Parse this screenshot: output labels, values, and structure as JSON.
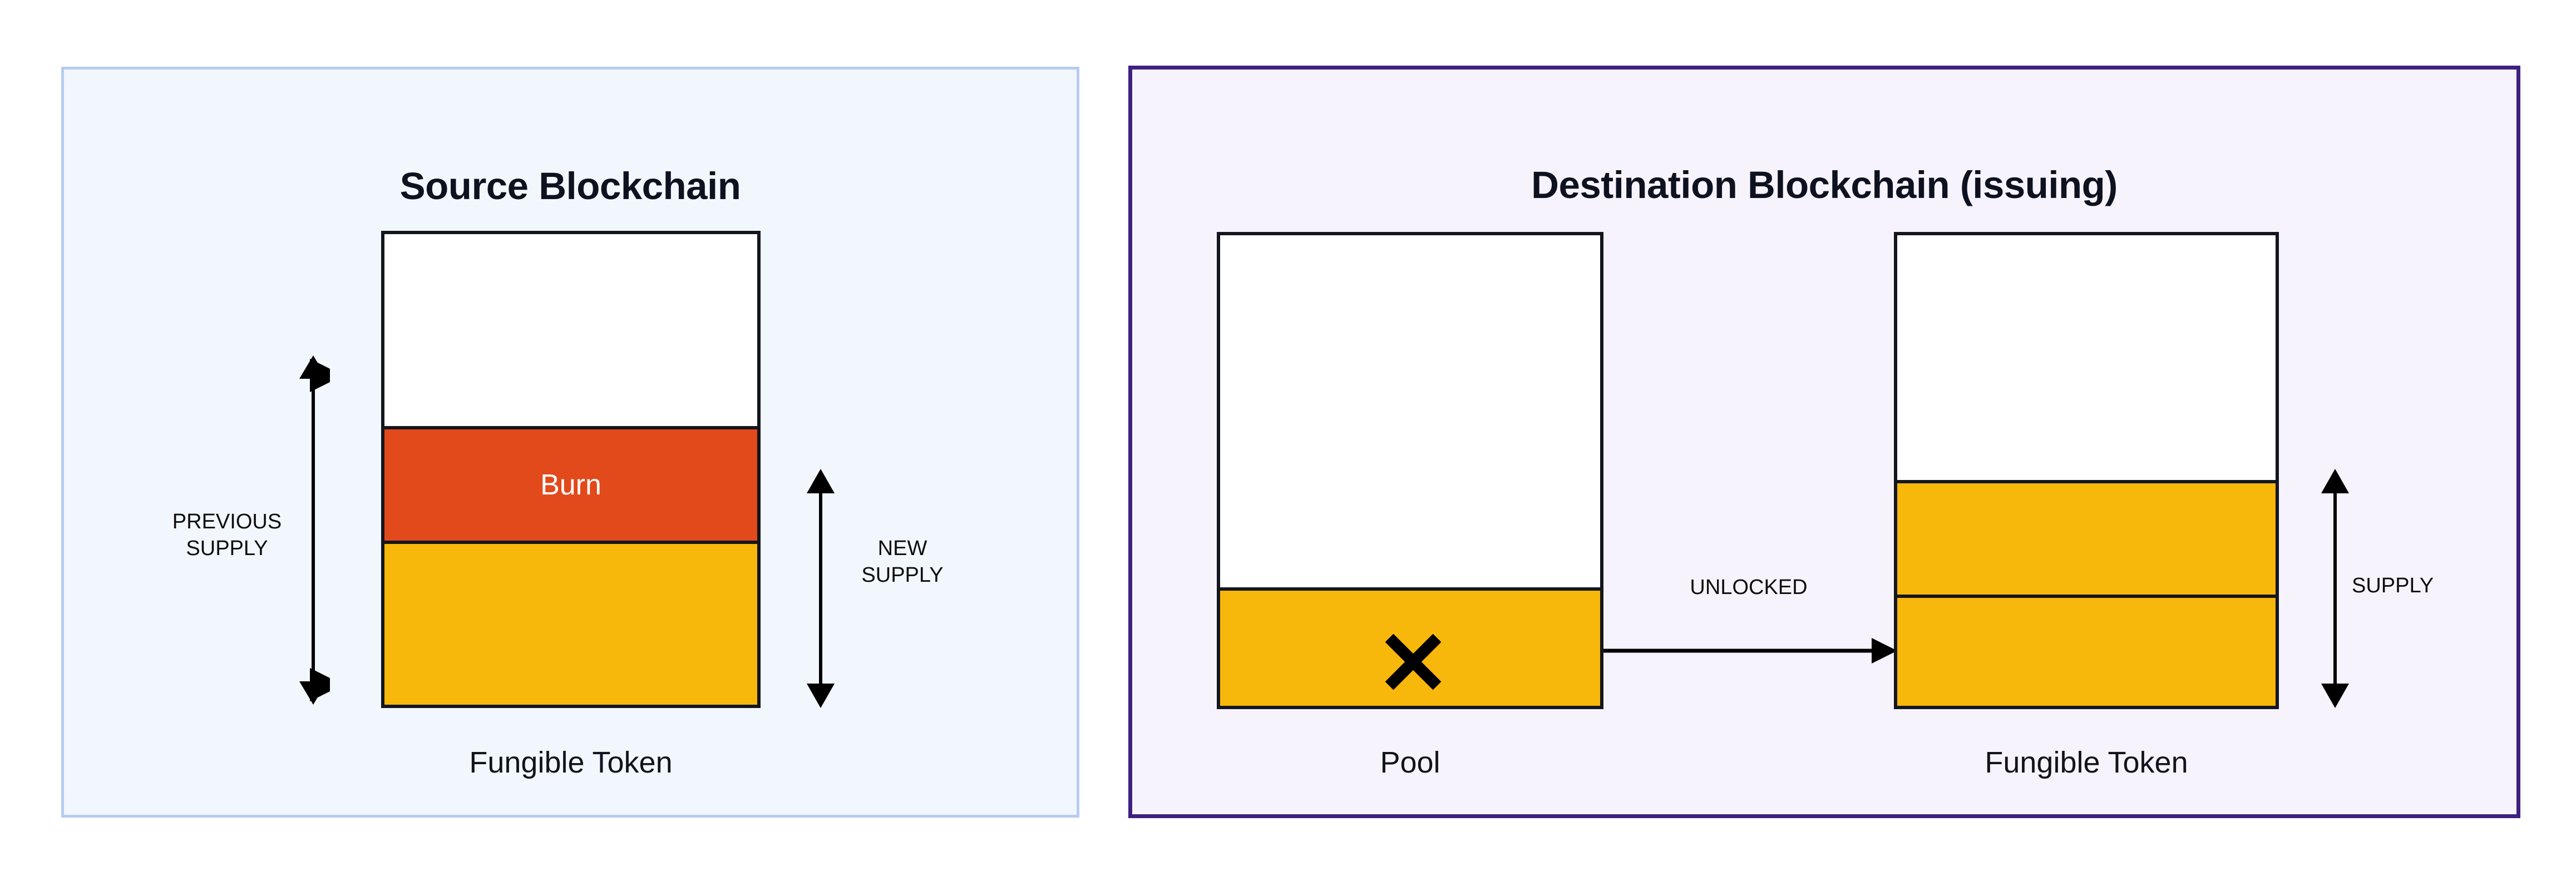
{
  "diagram": {
    "title_left": "Source Blockchain",
    "title_right": "Destination Blockchain (issuing)"
  },
  "source_panel": {
    "title": "Source Blockchain",
    "border_color": "#b7cbf2",
    "background_color": "#f2f7fd",
    "token_bar": {
      "caption": "Fungible Token",
      "segments": [
        {
          "name": "empty-headroom",
          "label": "",
          "color": "#ffffff"
        },
        {
          "name": "burn",
          "label": "Burn",
          "color": "#e2491b"
        },
        {
          "name": "remaining-supply",
          "label": "",
          "color": "#f8b70b"
        }
      ]
    },
    "measures": [
      {
        "name": "previous-supply",
        "label": "PREVIOUS\nSUPPLY"
      },
      {
        "name": "new-supply",
        "label": "NEW\nSUPPLY"
      }
    ]
  },
  "destination_panel": {
    "title": "Destination Blockchain (issuing)",
    "border_color": "#3e2080",
    "background_color": "#f7f3fd",
    "pool_bar": {
      "caption": "Pool",
      "icon": "x-mark-icon",
      "segments": [
        {
          "name": "empty-headroom",
          "label": "",
          "color": "#ffffff"
        },
        {
          "name": "pool-balance",
          "label": "",
          "color": "#f8b70b"
        }
      ]
    },
    "token_bar": {
      "caption": "Fungible Token",
      "segments": [
        {
          "name": "empty-headroom",
          "label": "",
          "color": "#ffffff"
        },
        {
          "name": "existing-supply",
          "label": "",
          "color": "#f8b70b"
        },
        {
          "name": "unlocked-supply",
          "label": "",
          "color": "#f8b70b"
        }
      ]
    },
    "flow": {
      "name": "unlocked-flow",
      "label": "UNLOCKED"
    },
    "measures": [
      {
        "name": "supply",
        "label": "SUPPLY"
      }
    ]
  },
  "colors": {
    "burn": "#e2491b",
    "token": "#f8b70b",
    "outline": "#14161f",
    "source_border": "#b7cbf2",
    "source_fill": "#f2f7fd",
    "dest_border": "#3e2080",
    "dest_fill": "#f7f3fd",
    "text": "#11141f"
  }
}
